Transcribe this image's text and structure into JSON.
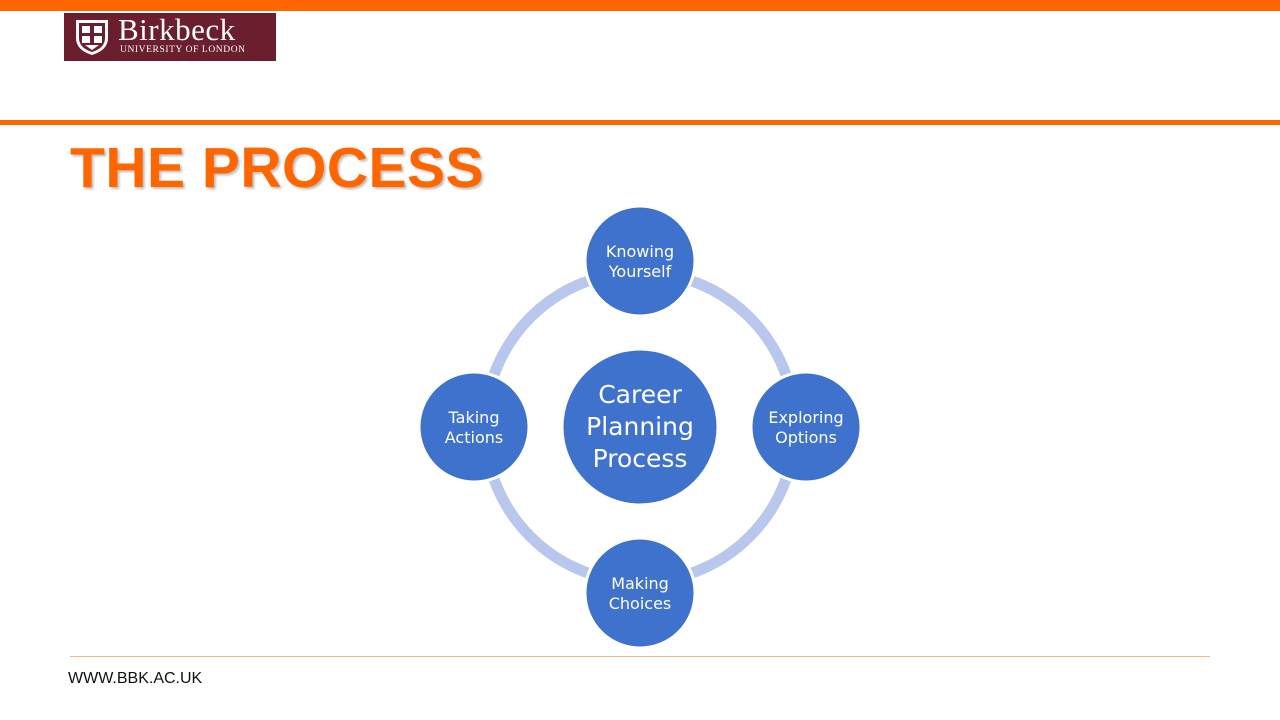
{
  "brand": {
    "name": "Birkbeck",
    "subtitle": "UNIVERSITY OF LONDON",
    "accent_color": "#ff6600",
    "logo_color": "#6b1f2e"
  },
  "title": "THE PROCESS",
  "diagram": {
    "center": {
      "lines": [
        "Career",
        "Planning",
        "Process"
      ]
    },
    "nodes": [
      {
        "id": "knowing-yourself",
        "lines": [
          "Knowing",
          "Yourself"
        ]
      },
      {
        "id": "exploring-options",
        "lines": [
          "Exploring",
          "Options"
        ]
      },
      {
        "id": "making-choices",
        "lines": [
          "Making",
          "Choices"
        ]
      },
      {
        "id": "taking-actions",
        "lines": [
          "Taking",
          "Actions"
        ]
      }
    ],
    "node_color": "#3f72cc",
    "ring_color": "#b9c7ec"
  },
  "footer": {
    "url": "WWW.BBK.AC.UK"
  }
}
